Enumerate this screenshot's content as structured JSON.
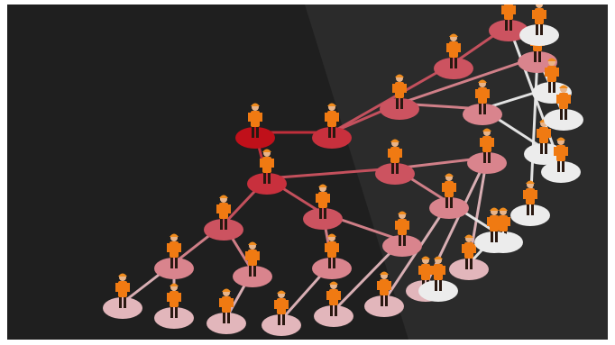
{
  "scene": {
    "description_free": true,
    "background": {
      "left_color": "#1f1f1f",
      "right_color": "#2d2d2d"
    },
    "link_color": "#c23a44",
    "node_palette": [
      "#c0101a",
      "#c8303d",
      "#cc5360",
      "#d9848d",
      "#e2b6bb",
      "#ececec"
    ],
    "figure": {
      "body_color": "#f07a12",
      "dark_color": "#2a1810",
      "skin_color": "#e8b48a",
      "helmet_color": "#f08c1e"
    },
    "nodes": [
      {
        "id": "root",
        "tier": 0
      },
      {
        "id": "n1",
        "tier": 1
      },
      {
        "id": "n2",
        "tier": 1
      },
      {
        "id": "n3",
        "tier": 2
      },
      {
        "id": "n4",
        "tier": 2
      },
      {
        "id": "n5",
        "tier": 2
      },
      {
        "id": "n6",
        "tier": 2
      },
      {
        "id": "n7",
        "tier": 2
      },
      {
        "id": "n8",
        "tier": 2
      },
      {
        "id": "n9",
        "tier": 3
      },
      {
        "id": "n10",
        "tier": 3
      },
      {
        "id": "n11",
        "tier": 3
      },
      {
        "id": "n12",
        "tier": 3
      },
      {
        "id": "n13",
        "tier": 3
      },
      {
        "id": "n14",
        "tier": 3
      },
      {
        "id": "n15",
        "tier": 3
      },
      {
        "id": "n16",
        "tier": 3
      },
      {
        "id": "n17",
        "tier": 4
      },
      {
        "id": "n18",
        "tier": 4
      },
      {
        "id": "n19",
        "tier": 4
      },
      {
        "id": "n20",
        "tier": 4
      },
      {
        "id": "n21",
        "tier": 4
      },
      {
        "id": "n22",
        "tier": 4
      },
      {
        "id": "n23",
        "tier": 4
      },
      {
        "id": "n24",
        "tier": 4
      },
      {
        "id": "n25",
        "tier": 5
      },
      {
        "id": "n26",
        "tier": 5
      },
      {
        "id": "n27",
        "tier": 5
      },
      {
        "id": "n28",
        "tier": 5
      },
      {
        "id": "n29",
        "tier": 5
      },
      {
        "id": "n30",
        "tier": 5
      },
      {
        "id": "n31",
        "tier": 5
      },
      {
        "id": "n32",
        "tier": 5
      },
      {
        "id": "n33",
        "tier": 5
      }
    ],
    "links": [
      [
        "root",
        "n1"
      ],
      [
        "root",
        "n2"
      ],
      [
        "n1",
        "n3"
      ],
      [
        "n1",
        "n4"
      ],
      [
        "n1",
        "n5"
      ],
      [
        "n3",
        "n9"
      ],
      [
        "n3",
        "n10"
      ],
      [
        "n4",
        "n11"
      ],
      [
        "n4",
        "n12"
      ],
      [
        "n5",
        "n13"
      ],
      [
        "n5",
        "n14"
      ],
      [
        "n9",
        "n17"
      ],
      [
        "n9",
        "n18"
      ],
      [
        "n10",
        "n19"
      ],
      [
        "n11",
        "n20"
      ],
      [
        "n12",
        "n21"
      ],
      [
        "n13",
        "n22"
      ],
      [
        "n14",
        "n23"
      ],
      [
        "n14",
        "n24"
      ],
      [
        "n2",
        "n6"
      ],
      [
        "n2",
        "n7"
      ],
      [
        "n6",
        "n15"
      ],
      [
        "n6",
        "n16"
      ],
      [
        "n7",
        "n8"
      ],
      [
        "n15",
        "n25"
      ],
      [
        "n15",
        "n26"
      ],
      [
        "n16",
        "n27"
      ],
      [
        "n8",
        "n28"
      ],
      [
        "n8",
        "n29"
      ],
      [
        "n16",
        "n30"
      ],
      [
        "n13",
        "n31"
      ],
      [
        "n23",
        "n32"
      ],
      [
        "n24",
        "n33"
      ]
    ]
  }
}
